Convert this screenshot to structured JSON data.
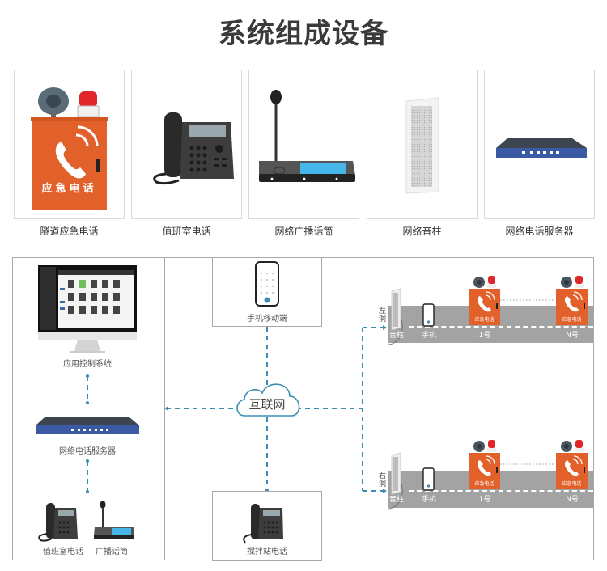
{
  "title": "系统组成设备",
  "products": [
    {
      "label": "隧道应急电话",
      "icon": "emergency-phone-box-icon",
      "box_text": "应急电话"
    },
    {
      "label": "值班室电话",
      "icon": "desk-ip-phone-icon"
    },
    {
      "label": "网络广播话筒",
      "icon": "broadcast-microphone-icon"
    },
    {
      "label": "网络音柱",
      "icon": "column-speaker-icon"
    },
    {
      "label": "网络电话服务器",
      "icon": "rack-server-icon"
    }
  ],
  "diagram": {
    "left": {
      "control_system": "应用控制系统",
      "server": "网络电话服务器",
      "duty_phone": "值班室电话",
      "broadcast_mic": "广播话筒"
    },
    "center": {
      "mobile": "手机移动端",
      "cloud": "互联网",
      "station_phone": "搅拌站电话"
    },
    "tunnels": [
      {
        "side": "左洞",
        "devices": [
          "音柱",
          "手机",
          "1号",
          "N号"
        ]
      },
      {
        "side": "右洞",
        "devices": [
          "音柱",
          "手机",
          "1号",
          "N号"
        ]
      }
    ],
    "box_text": "应急电话"
  },
  "colors": {
    "link": "#3d8db3",
    "box_orange": "#e2602a",
    "road": "#a3a3a3",
    "frame": "#a9a9a9",
    "server_blue": "#3b5aa6"
  }
}
